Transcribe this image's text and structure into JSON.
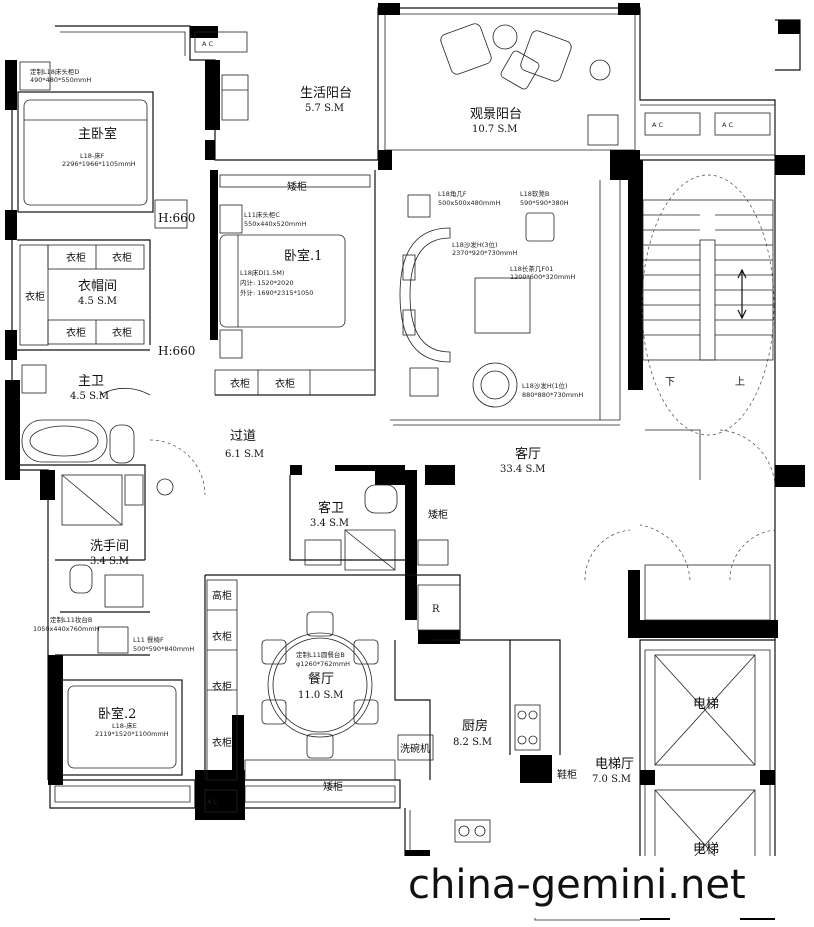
{
  "rooms": {
    "master_bedroom": {
      "name": "主卧室",
      "bed_note": "L18-床F",
      "bed_size": "2296*1966*1105mmH"
    },
    "bedside_note": {
      "line1": "定制L18床头柜D",
      "line2": "490*480*550mmH"
    },
    "closet": {
      "name": "衣帽间",
      "area": "4.5 S.M"
    },
    "master_bath": {
      "name": "主卫",
      "area": "4.5 S.M"
    },
    "utility_balcony": {
      "name": "生活阳台",
      "area": "5.7 S.M"
    },
    "view_balcony": {
      "name": "观景阳台",
      "area": "10.7 S.M"
    },
    "bedroom1": {
      "name": "卧室.1",
      "nightstand_note": "L11床头柜C",
      "nightstand_size": "550x440x520mmH",
      "bed_note": "L18床D(1.5M)",
      "inner": "内计: 1520*2020",
      "outer": "外计: 1690*2315*1050"
    },
    "corridor": {
      "name": "过道",
      "area": "6.1 S.M"
    },
    "guest_bath": {
      "name": "客卫",
      "area": "3.4 S.M"
    },
    "washroom": {
      "name": "洗手间",
      "area": "3.4 S.M"
    },
    "living": {
      "name": "客厅",
      "area": "33.4 S.M",
      "ottoman_note": "L18角几F",
      "ottoman_size": "500x500x480mmH",
      "armchair_note": "L18软凳B",
      "armchair_size": "590*590*380H",
      "sofa_note": "L18沙发H(3位)",
      "sofa_size": "2370*920*730mmH",
      "table_note": "L18长茶几F01",
      "table_size": "1200*600*320mmH",
      "chair_note": "L18沙发H(1位)",
      "chair_size": "880*880*730mmH"
    },
    "dining": {
      "name": "餐厅",
      "area": "11.0 S.M",
      "table_note": "定制L11圆餐台B",
      "table_size": "φ1260*762mmH"
    },
    "kitchen": {
      "name": "厨房",
      "area": "8.2 S.M"
    },
    "bedroom2": {
      "name": "卧室.2",
      "bed_note": "L18-床E",
      "bed_size": "2119*1520*1100mmH",
      "desk_note": "定制L11妆台B",
      "desk_size": "1050x440x760mmH",
      "stool_note": "L11 餐椅F",
      "stool_size": "500*590*840mmH"
    },
    "elevator_hall": {
      "name": "电梯厅",
      "area": "7.0 S.M"
    }
  },
  "labels": {
    "wardrobe": "衣柜",
    "shoe_low_cabinet": "矮柜",
    "tall_cabinet": "高柜",
    "low_cabinet": "矮柜",
    "shoe_cabinet": "鞋柜",
    "washer": "洗碗机",
    "elevator": "电梯",
    "down": "下",
    "up": "上",
    "ac": "A    C",
    "height1": "H:660",
    "height2": "H:660",
    "fridge": "R"
  },
  "watermark": "china-gemini.net"
}
